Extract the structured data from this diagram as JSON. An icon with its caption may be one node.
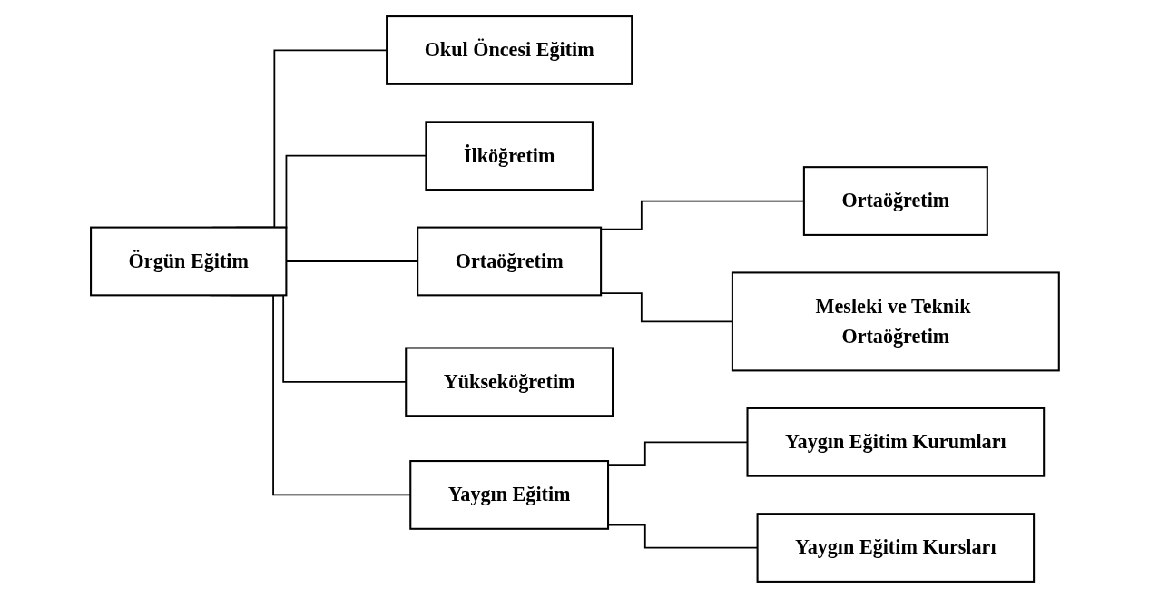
{
  "diagram": {
    "nodes": [
      {
        "text": [
          "Örgün Eğitim"
        ]
      },
      {
        "text": [
          "Okul Öncesi Eğitim"
        ]
      },
      {
        "text": [
          "İlköğretim"
        ]
      },
      {
        "text": [
          "Ortaöğretim"
        ]
      },
      {
        "text": [
          "Yükseköğretim"
        ]
      },
      {
        "text": [
          "Yaygın Eğitim"
        ]
      },
      {
        "text": [
          "Yaygın Eğitim Kurumları"
        ]
      },
      {
        "text": [
          "Yaygın Eğitim Kursları"
        ]
      },
      {
        "text": [
          "Ortaöğretim"
        ]
      },
      {
        "text": [
          "Mesleki ve Teknik Ortaöğretim"
        ]
      }
    ],
    "edges": [
      {
        "from": 0,
        "to": 1,
        "arrow": "none"
      },
      {
        "from": 0,
        "to": 2,
        "arrow": "none"
      },
      {
        "from": 0,
        "to": 3,
        "arrow": "none"
      },
      {
        "from": 0,
        "to": 4,
        "arrow": "none"
      },
      {
        "from": 0,
        "to": 5,
        "arrow": "none"
      },
      {
        "from": 5,
        "to": 6,
        "arrow": "none"
      },
      {
        "from": 5,
        "to": 7,
        "arrow": "none"
      },
      {
        "from": 3,
        "to": 8,
        "arrow": "none"
      },
      {
        "from": 3,
        "to": 9,
        "arrow": "none"
      }
    ]
  }
}
